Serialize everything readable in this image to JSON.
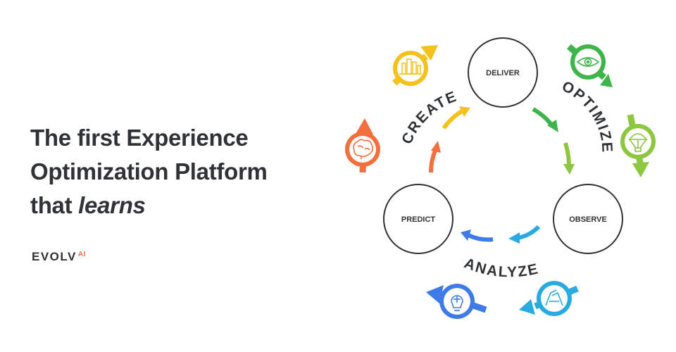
{
  "headline": {
    "line1": "The first Experience",
    "line2": "Optimization Platform",
    "line3_prefix": "that ",
    "line3_emphasis": "learns"
  },
  "logo": {
    "text": "EVOLV",
    "suffix": "AI",
    "suffix_color": "#f36f3e"
  },
  "diagram": {
    "nodes": {
      "deliver": "DELIVER",
      "observe": "OBSERVE",
      "predict": "PREDICT"
    },
    "phases": {
      "create": "CREATE",
      "optimize": "OPTIMIZE",
      "analyze": "ANALYZE"
    },
    "colors": {
      "yellow": "#f5c21b",
      "green_dark": "#3db54a",
      "green_light": "#8dc63f",
      "blue_light": "#29abe2",
      "blue_dark": "#3f7be8",
      "orange": "#f36f3e"
    },
    "icons": [
      "city-icon",
      "eye-icon",
      "parachute-icon",
      "handshake-icon",
      "lightbulb-puzzle-icon",
      "brain-icon"
    ]
  }
}
